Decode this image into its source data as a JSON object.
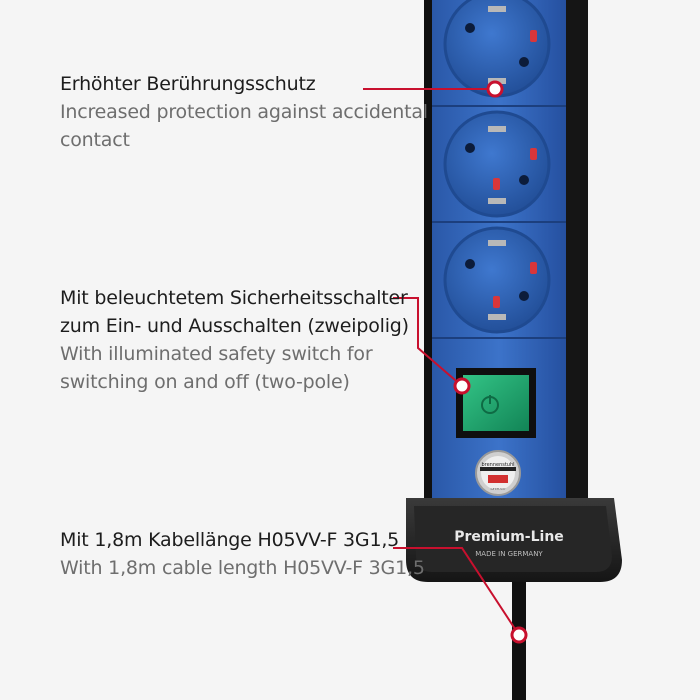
{
  "callouts": [
    {
      "de_lines": [
        "Erhöhter Berührungsschutz"
      ],
      "en_lines": [
        "Increased protection against accidental",
        "contact"
      ]
    },
    {
      "de_lines": [
        "Mit beleuchtetem Sicherheitsschalter",
        "zum Ein- und Ausschalten (zweipolig)"
      ],
      "en_lines": [
        "With illuminated safety switch for",
        "switching on and off (two-pole)"
      ]
    },
    {
      "de_lines": [
        "Mit 1,8m Kabellänge H05VV-F 3G1,5"
      ],
      "en_lines": [
        "With 1,8m cable length H05VV-F 3G1,5"
      ]
    }
  ],
  "product": {
    "name": "Premium-Line",
    "origin": "MADE IN GERMANY",
    "badge_text": "brennenstuhl",
    "badge_sub": "GERMANY"
  },
  "colors": {
    "background": "#f5f5f5",
    "socket_blue": "#2f63b5",
    "housing_black": "#1e1e1e",
    "callout_red": "#c8102e",
    "switch_green": "#1aa36b"
  }
}
